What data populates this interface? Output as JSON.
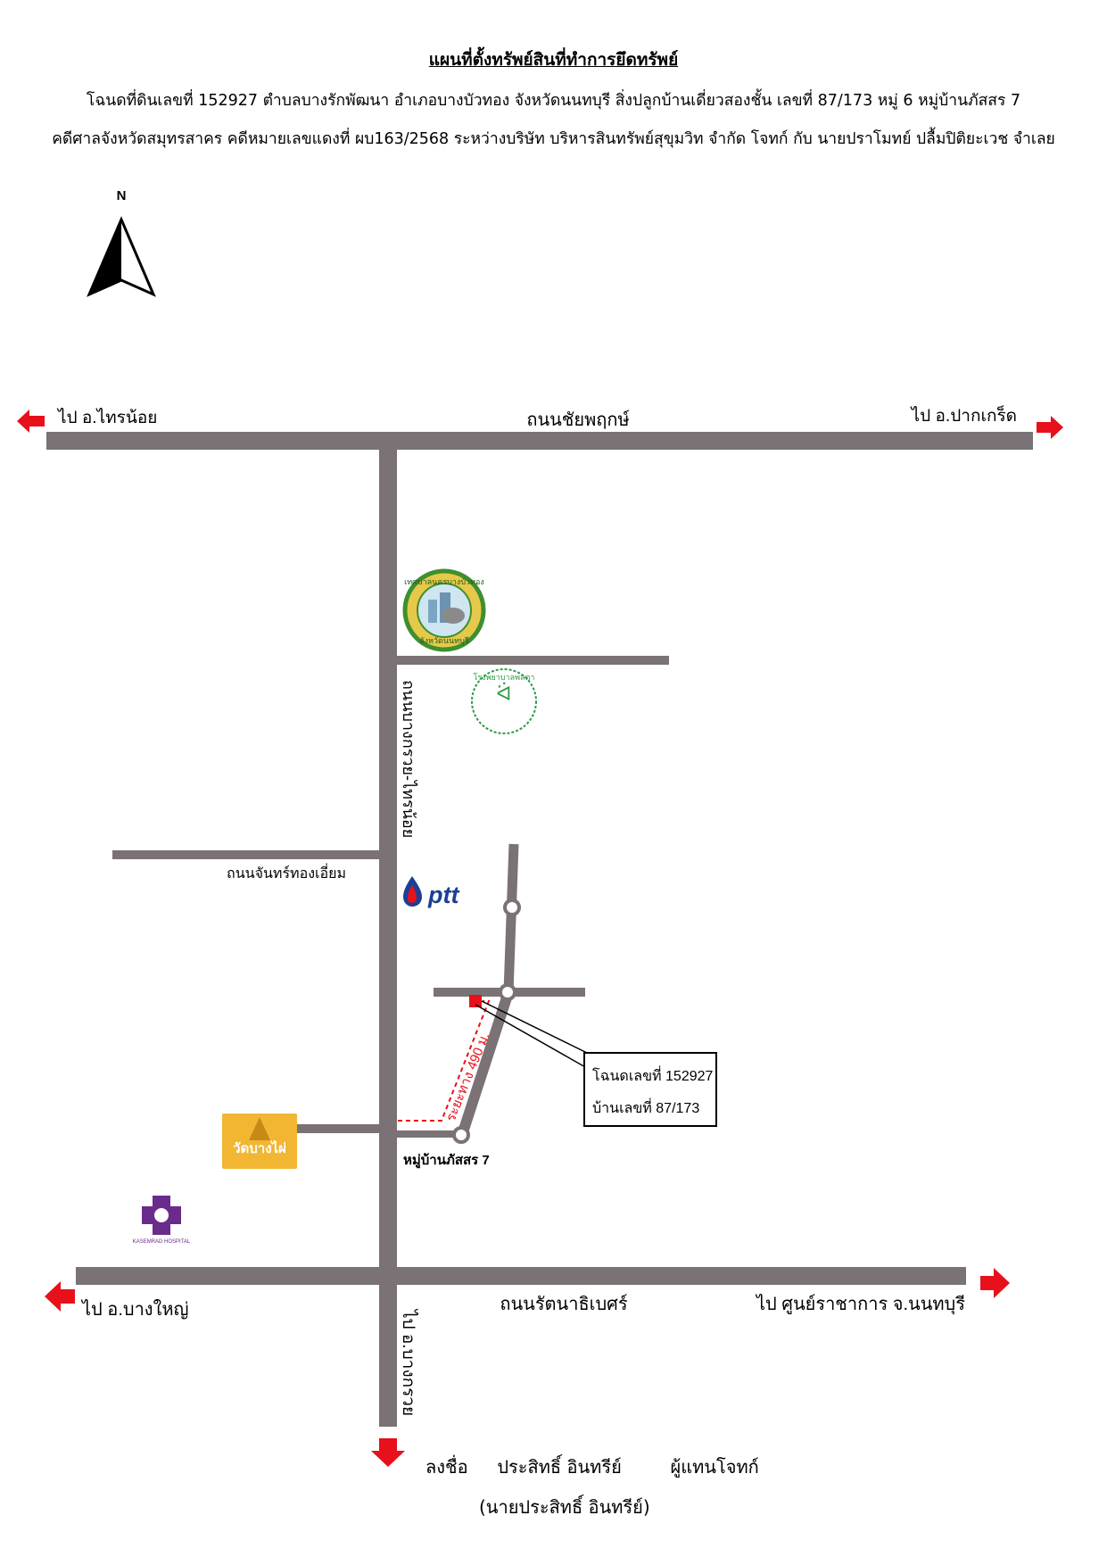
{
  "header": {
    "title": "แผนที่ตั้งทรัพย์สินที่ทำการยึดทรัพย์",
    "line1": "โฉนดที่ดินเลขที่ 152927 ตำบลบางรักพัฒนา อำเภอบางบัวทอง จังหวัดนนทบุรี สิ่งปลูกบ้านเดี่ยวสองชั้น เลขที่ 87/173 หมู่ 6 หมู่บ้านภัสสร 7",
    "line2": "คดีศาลจังหวัดสมุทรสาคร คดีหมายเลขแดงที่ ผบ163/2568 ระหว่างบริษัท บริหารสินทรัพย์สุขุมวิท จำกัด โจทก์ กับ นายปราโมทย์ ปลื้มปิติยะเวช จำเลย"
  },
  "map": {
    "north_label": "N",
    "road_top_left_dir": "ไป อ.ไทรน้อย",
    "road_top_name": "ถนนชัยพฤกษ์",
    "road_top_right_dir": "ไป อ.ปากเกร็ด",
    "road_vertical_name": "ถนนบางกรวย-ไทรน้อย",
    "road_chan_name": "ถนนจันทร์ทองเอี่ยม",
    "village_name": "หมู่บ้านภัสสร 7",
    "distance_label": "ระยะทาง 490 ม.",
    "callout_line1": "โฉนดเลขที่ 152927",
    "callout_line2": "บ้านเลขที่ 87/173",
    "road_bottom_left_dir": "ไป อ.บางใหญ่",
    "road_bottom_name": "ถนนรัตนาธิเบศร์",
    "road_bottom_right_dir": "ไป ศูนย์ราชาการ จ.นนทบุรี",
    "road_bottom_down_dir": "ไป อ.บางกรวย",
    "ptt_logo_text": "ptt",
    "temple_logo_text": "วัดบางไผ่",
    "municipality_logo_text": "เทศบาลนครบางบัวทอง",
    "municipality_logo_sub": "จังหวัดนนทบุรี",
    "hospital_logo_text": "โรงพยาบาลพลตา",
    "kasemrad_text": "KASEMRAD HOSPITAL",
    "road_color": "#7a7274",
    "arrow_color": "#e8101a",
    "marker_color": "#e8101a"
  },
  "signature": {
    "line1_label": "ลงชื่อ",
    "line1_name": "ประสิทธิ์  อินทรีย์",
    "line1_role": "ผู้แทนโจทก์",
    "line2": "(นายประสิทธิ์  อินทรีย์)"
  }
}
